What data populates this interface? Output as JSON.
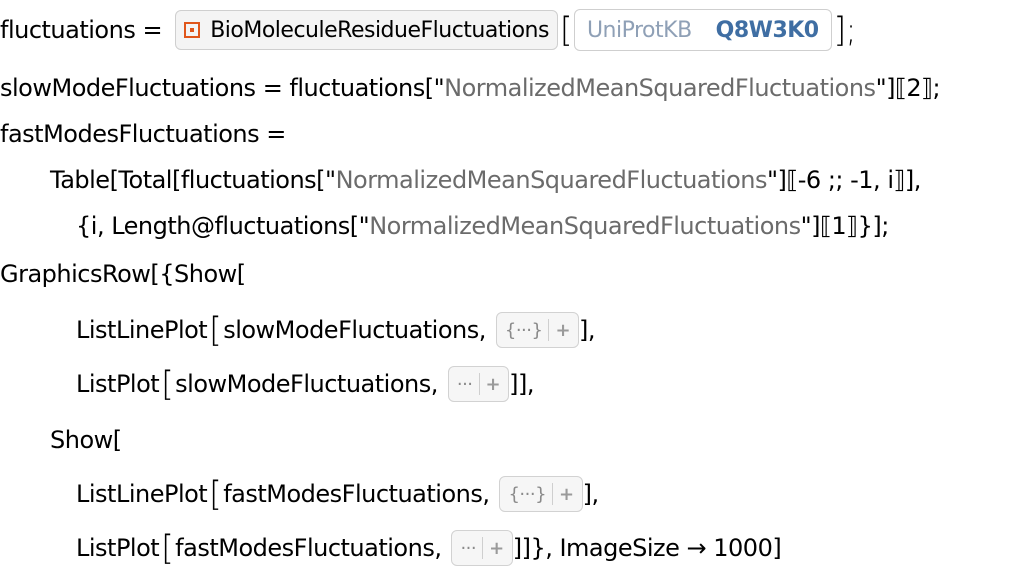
{
  "line1": {
    "var": "fluctuations",
    "eq": " = ",
    "entity_label": "BioMoleculeResidueFluctuations",
    "bracket_open": "[",
    "uniprot_type": "UniProtKB",
    "uniprot_id": "Q8W3K0",
    "bracket_close": "];",
    "icon": "entity-icon"
  },
  "line2": {
    "pre": "slowModeFluctuations = fluctuations[\"",
    "str": "NormalizedMeanSquaredFluctuations",
    "post": "\"]⟦2⟧;"
  },
  "line3": {
    "text": "fastModesFluctuations ="
  },
  "line4": {
    "pre": "Table[Total[fluctuations[\"",
    "str": "NormalizedMeanSquaredFluctuations",
    "post": "\"]⟦-6 ;; -1, i⟧],"
  },
  "line5": {
    "pre": "{i, Length@fluctuations[\"",
    "str": "NormalizedMeanSquaredFluctuations",
    "post": "\"]⟦1⟧}];"
  },
  "line6": {
    "text": "GraphicsRow[{Show["
  },
  "line7": {
    "func": "ListLinePlot",
    "arg": "slowModeFluctuations,",
    "opt_content": "{···}",
    "opt_plus": "+",
    "post": "],"
  },
  "line8": {
    "func": "ListPlot",
    "arg": "slowModeFluctuations,",
    "opt_content": "···",
    "opt_plus": "+",
    "post": "]],"
  },
  "line9": {
    "text": "Show["
  },
  "line10": {
    "func": "ListLinePlot",
    "arg": "fastModesFluctuations,",
    "opt_content": "{···}",
    "opt_plus": "+",
    "post": "],"
  },
  "line11": {
    "func": "ListPlot",
    "arg": "fastModesFluctuations,",
    "opt_content": "···",
    "opt_plus": "+",
    "post": "]]}, ImageSize → 1000]"
  },
  "colors": {
    "entity_icon": "#e0561b",
    "uniprot_type": "#8fa0b6",
    "uniprot_id": "#3f6ea3",
    "string": "#6b6b6b"
  }
}
